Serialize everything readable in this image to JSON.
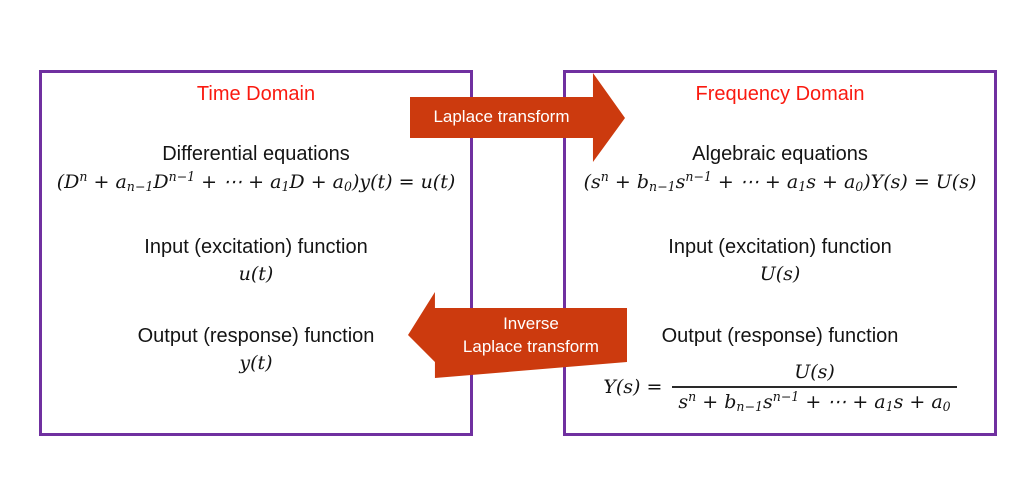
{
  "colors": {
    "box_border": "#7030A0",
    "domain_title": "#FA1A10",
    "arrow_fill": "#CC3A0E",
    "arrow_text": "#FFFFFF",
    "body_text": "#141414"
  },
  "time_domain": {
    "title": "Time Domain",
    "equation_label": "Differential equations",
    "equation": "(D^{n} + a_{n−1}D^{n−1} + ⋯ + a_{1}D + a_{0})y(t) = u(t)",
    "input_label": "Input (excitation) function",
    "input_value": "u(t)",
    "output_label": "Output (response) function",
    "output_value": "y(t)"
  },
  "frequency_domain": {
    "title": "Frequency Domain",
    "equation_label": "Algebraic equations",
    "equation": "(s^{n} + b_{n−1}s^{n−1} + ⋯ + a_{1}s + a_{0})Y(s) = U(s)",
    "input_label": "Input (excitation) function",
    "input_value": "U(s)",
    "output_label": "Output (response) function",
    "output_formula": {
      "lhs": "Y(s) =",
      "numerator": "U(s)",
      "denominator": "s^{n} + b_{n−1}s^{n−1} + ⋯ + a_{1}s + a_{0}"
    }
  },
  "arrows": {
    "forward": {
      "label": "Laplace transform",
      "direction": "right"
    },
    "inverse": {
      "label_line1": "Inverse",
      "label_line2": "Laplace transform",
      "direction": "left"
    }
  }
}
